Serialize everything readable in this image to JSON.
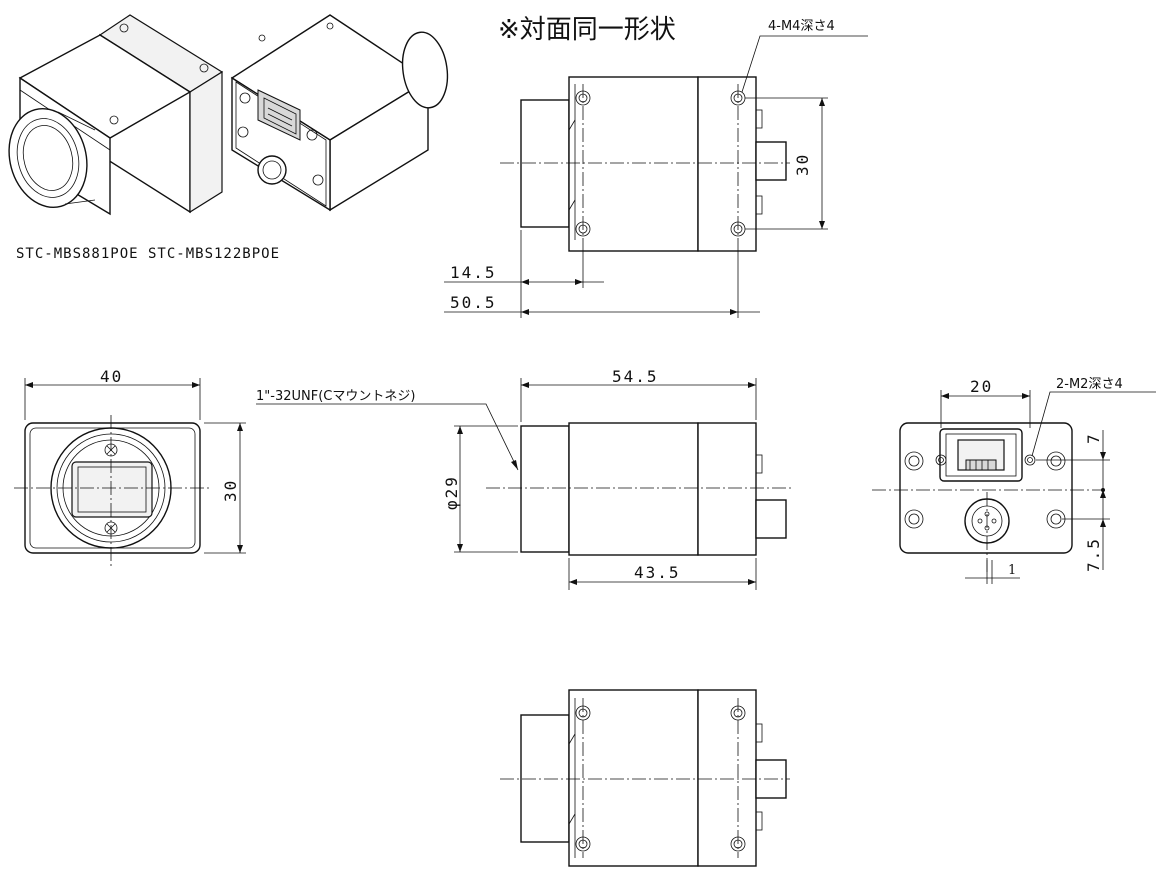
{
  "models": {
    "names": "STC-MBS881POE  STC-MBS122BPOE"
  },
  "note": {
    "symmetry": "※対面同一形状"
  },
  "top_view": {
    "hole_callout": "4-M4深さ4",
    "dim_height": "30",
    "dim_front": "14.5",
    "dim_total": "50.5"
  },
  "front_view": {
    "dim_width": "40",
    "dim_height": "30"
  },
  "side_view": {
    "thread_callout": "1\"-32UNF(Cマウントネジ)",
    "dim_length": "54.5",
    "dim_diameter": "φ29",
    "dim_body": "43.5"
  },
  "rear_view": {
    "dim_width": "20",
    "hole_callout": "2-M2深さ4",
    "dim_top": "7",
    "dim_bottom": "7.5",
    "dim_offset": "1"
  },
  "colors": {
    "line": "#111111",
    "background": "#ffffff"
  }
}
